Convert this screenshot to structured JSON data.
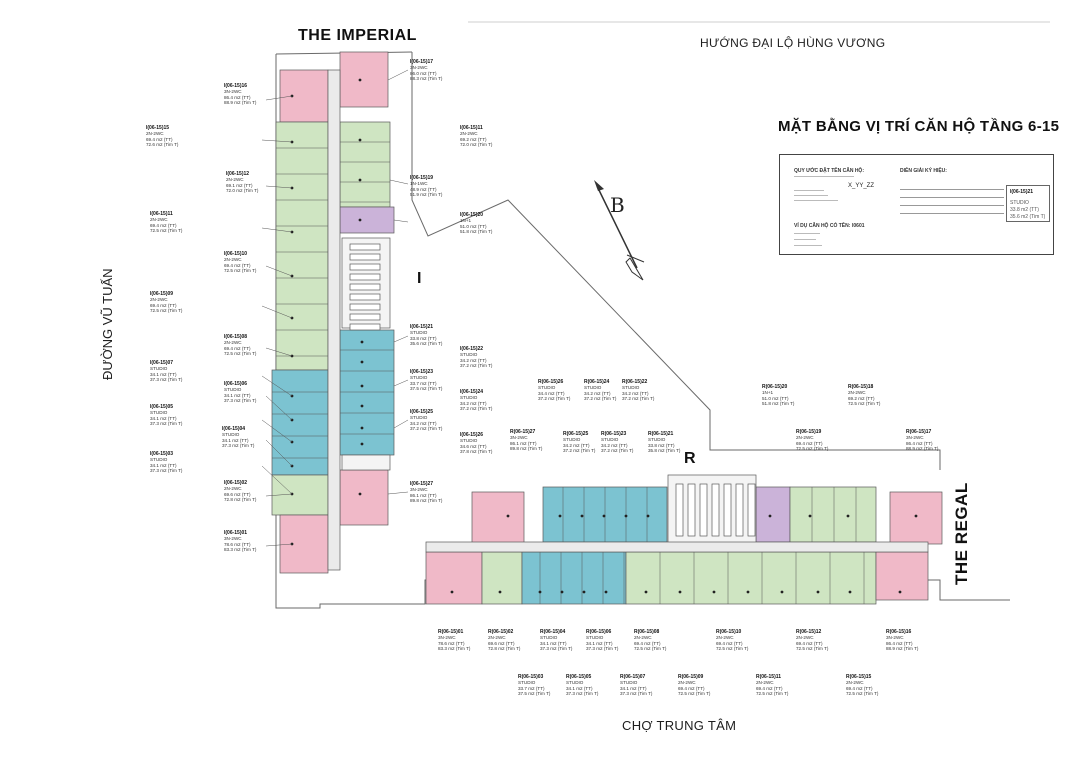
{
  "roads": {
    "top": "HƯỚNG ĐẠI LỘ HÙNG VƯƠNG",
    "bottom": "CHỢ TRUNG TÂM",
    "left": "ĐƯỜNG VŨ TUẤN"
  },
  "buildings": {
    "imperial": "THE IMPERIAL",
    "regal": "THE REGAL"
  },
  "title": "MẶT BẰNG VỊ TRÍ CĂN HỘ TẦNG 6-15",
  "compass_letter": "B",
  "zones": {
    "i": "I",
    "r": "R"
  },
  "colors": {
    "pink": "#f0b9c8",
    "green": "#cfe5c2",
    "blue": "#7cc3d1",
    "purple": "#cbb3d9",
    "corridor": "#ebebeb",
    "outline": "#5a5a5a"
  },
  "legend": {
    "naming_header": "QUY ƯỚC ĐẶT TÊN CĂN HỘ:",
    "naming_code": "X_YY_ZZ",
    "symbol_header": "DIỄN GIẢI KÝ HIỆU:",
    "example_header": "VÍ DỤ CĂN HỘ CÓ TÊN:",
    "example_code": "I0601",
    "sample_unit": {
      "code": "I(06-15)21",
      "type": "STUDIO",
      "area_tt": "33.8 m2 (TT)",
      "area_ttt": "35.6 m2 (Tim T)"
    }
  },
  "units": {
    "imperial": [
      {
        "code": "I(06-15)17",
        "type": "3N-2WC",
        "area_tt": "86.0 m2 (TT)",
        "area_ttt": "88.3 m2 (Tim T)"
      },
      {
        "code": "I(06-15)16",
        "type": "3N-2WC",
        "area_tt": "86.4 m2 (TT)",
        "area_ttt": "88.9 m2 (Tim T)"
      },
      {
        "code": "I(06-15)15",
        "type": "2N-2WC",
        "area_tt": "69.4 m2 (TT)",
        "area_ttt": "72.6 m2 (Tim T)"
      },
      {
        "code": "I(06-15)11",
        "type": "2N-2WC",
        "area_tt": "69.2 m2 (TT)",
        "area_ttt": "72.0 m2 (Tim T)"
      },
      {
        "code": "I(06-15)12",
        "type": "2N-2WC",
        "area_tt": "69.1 m2 (TT)",
        "area_ttt": "72.0 m2 (Tim T)"
      },
      {
        "code": "I(06-15)19",
        "type": "1N-1WC",
        "area_tt": "48.9 m2 (TT)",
        "area_ttt": "51.9 m2 (Tim T)"
      },
      {
        "code": "I(06-15)11",
        "type": "2N-2WC",
        "area_tt": "69.4 m2 (TT)",
        "area_ttt": "72.5 m2 (Tim T)"
      },
      {
        "code": "I(06-15)20",
        "type": "1N+1",
        "area_tt": "51.0 m2 (TT)",
        "area_ttt": "51.8 m2 (Tim T)"
      },
      {
        "code": "I(06-15)10",
        "type": "2N-2WC",
        "area_tt": "69.4 m2 (TT)",
        "area_ttt": "72.5 m2 (Tim T)"
      },
      {
        "code": "I(06-15)09",
        "type": "2N-2WC",
        "area_tt": "69.4 m2 (TT)",
        "area_ttt": "72.5 m2 (Tim T)"
      },
      {
        "code": "I(06-15)21",
        "type": "STUDIO",
        "area_tt": "33.8 m2 (TT)",
        "area_ttt": "35.6 m2 (Tim T)"
      },
      {
        "code": "I(06-15)08",
        "type": "2N-2WC",
        "area_tt": "69.4 m2 (TT)",
        "area_ttt": "72.5 m2 (Tim T)"
      },
      {
        "code": "I(06-15)22",
        "type": "STUDIO",
        "area_tt": "34.2 m2 (TT)",
        "area_ttt": "37.2 m2 (Tim T)"
      },
      {
        "code": "I(06-15)07",
        "type": "STUDIO",
        "area_tt": "34.1 m2 (TT)",
        "area_ttt": "37.3 m2 (Tim T)"
      },
      {
        "code": "I(06-15)23",
        "type": "STUDIO",
        "area_tt": "33.7 m2 (TT)",
        "area_ttt": "37.5 m2 (Tim T)"
      },
      {
        "code": "I(06-15)06",
        "type": "STUDIO",
        "area_tt": "34.1 m2 (TT)",
        "area_ttt": "37.3 m2 (Tim T)"
      },
      {
        "code": "I(06-15)24",
        "type": "STUDIO",
        "area_tt": "34.2 m2 (TT)",
        "area_ttt": "37.2 m2 (Tim T)"
      },
      {
        "code": "I(06-15)05",
        "type": "STUDIO",
        "area_tt": "34.1 m2 (TT)",
        "area_ttt": "37.3 m2 (Tim T)"
      },
      {
        "code": "I(06-15)25",
        "type": "STUDIO",
        "area_tt": "34.2 m2 (TT)",
        "area_ttt": "37.2 m2 (Tim T)"
      },
      {
        "code": "I(06-15)04",
        "type": "STUDIO",
        "area_tt": "34.1 m2 (TT)",
        "area_ttt": "37.3 m2 (Tim T)"
      },
      {
        "code": "I(06-15)26",
        "type": "STUDIO",
        "area_tt": "34.6 m2 (TT)",
        "area_ttt": "37.8 m2 (Tim T)"
      },
      {
        "code": "I(06-15)03",
        "type": "STUDIO",
        "area_tt": "34.1 m2 (TT)",
        "area_ttt": "37.3 m2 (Tim T)"
      },
      {
        "code": "I(06-15)27",
        "type": "3N-2WC",
        "area_tt": "86.1 m2 (TT)",
        "area_ttt": "89.8 m2 (Tim T)"
      },
      {
        "code": "I(06-15)02",
        "type": "2N-2WC",
        "area_tt": "69.6 m2 (TT)",
        "area_ttt": "72.8 m2 (Tim T)"
      },
      {
        "code": "I(06-15)01",
        "type": "3N-2WC",
        "area_tt": "78.6 m2 (TT)",
        "area_ttt": "83.3 m2 (Tim T)"
      }
    ],
    "regal_top": [
      {
        "code": "R(06-15)26",
        "type": "STUDIO",
        "area_tt": "34.4 m2 (TT)",
        "area_ttt": "37.2 m2 (Tim T)"
      },
      {
        "code": "R(06-15)24",
        "type": "STUDIO",
        "area_tt": "34.2 m2 (TT)",
        "area_ttt": "37.2 m2 (Tim T)"
      },
      {
        "code": "R(06-15)22",
        "type": "STUDIO",
        "area_tt": "34.2 m2 (TT)",
        "area_ttt": "37.2 m2 (Tim T)"
      },
      {
        "code": "R(06-15)20",
        "type": "1N+1",
        "area_tt": "51.0 m2 (TT)",
        "area_ttt": "51.8 m2 (Tim T)"
      },
      {
        "code": "R(06-15)18",
        "type": "2N-2WC",
        "area_tt": "69.2 m2 (TT)",
        "area_ttt": "72.5 m2 (Tim T)"
      },
      {
        "code": "R(06-15)27",
        "type": "3N-2WC",
        "area_tt": "86.1 m2 (TT)",
        "area_ttt": "89.8 m2 (Tim T)"
      },
      {
        "code": "R(06-15)25",
        "type": "STUDIO",
        "area_tt": "34.2 m2 (TT)",
        "area_ttt": "37.2 m2 (Tim T)"
      },
      {
        "code": "R(06-15)23",
        "type": "STUDIO",
        "area_tt": "34.2 m2 (TT)",
        "area_ttt": "37.2 m2 (Tim T)"
      },
      {
        "code": "R(06-15)21",
        "type": "STUDIO",
        "area_tt": "33.8 m2 (TT)",
        "area_ttt": "35.8 m2 (Tim T)"
      },
      {
        "code": "R(06-15)19",
        "type": "2N-2WC",
        "area_tt": "69.4 m2 (TT)",
        "area_ttt": "72.5 m2 (Tim T)"
      },
      {
        "code": "R(06-15)17",
        "type": "3N-2WC",
        "area_tt": "86.4 m2 (TT)",
        "area_ttt": "88.9 m2 (Tim T)"
      }
    ],
    "regal_bottom": [
      {
        "code": "R(06-15)01",
        "type": "3N-2WC",
        "area_tt": "78.6 m2 (TT)",
        "area_ttt": "83.3 m2 (Tim T)"
      },
      {
        "code": "R(06-15)02",
        "type": "2N-2WC",
        "area_tt": "69.6 m2 (TT)",
        "area_ttt": "72.8 m2 (Tim T)"
      },
      {
        "code": "R(06-15)04",
        "type": "STUDIO",
        "area_tt": "34.1 m2 (TT)",
        "area_ttt": "37.3 m2 (Tim T)"
      },
      {
        "code": "R(06-15)06",
        "type": "STUDIO",
        "area_tt": "34.1 m2 (TT)",
        "area_ttt": "37.3 m2 (Tim T)"
      },
      {
        "code": "R(06-15)08",
        "type": "2N-2WC",
        "area_tt": "69.4 m2 (TT)",
        "area_ttt": "72.5 m2 (Tim T)"
      },
      {
        "code": "R(06-15)10",
        "type": "2N-2WC",
        "area_tt": "69.4 m2 (TT)",
        "area_ttt": "72.5 m2 (Tim T)"
      },
      {
        "code": "R(06-15)12",
        "type": "2N-2WC",
        "area_tt": "69.4 m2 (TT)",
        "area_ttt": "72.5 m2 (Tim T)"
      },
      {
        "code": "R(06-15)16",
        "type": "3N-2WC",
        "area_tt": "86.4 m2 (TT)",
        "area_ttt": "88.9 m2 (Tim T)"
      },
      {
        "code": "R(06-15)03",
        "type": "STUDIO",
        "area_tt": "33.7 m2 (TT)",
        "area_ttt": "37.5 m2 (Tim T)"
      },
      {
        "code": "R(06-15)05",
        "type": "STUDIO",
        "area_tt": "34.1 m2 (TT)",
        "area_ttt": "37.3 m2 (Tim T)"
      },
      {
        "code": "R(06-15)07",
        "type": "STUDIO",
        "area_tt": "34.1 m2 (TT)",
        "area_ttt": "37.3 m2 (Tim T)"
      },
      {
        "code": "R(06-15)09",
        "type": "2N-2WC",
        "area_tt": "69.4 m2 (TT)",
        "area_ttt": "72.5 m2 (Tim T)"
      },
      {
        "code": "R(06-15)11",
        "type": "2N-2WC",
        "area_tt": "69.4 m2 (TT)",
        "area_ttt": "72.5 m2 (Tim T)"
      },
      {
        "code": "R(06-15)15",
        "type": "2N-2WC",
        "area_tt": "69.4 m2 (TT)",
        "area_ttt": "72.5 m2 (Tim T)"
      }
    ]
  }
}
